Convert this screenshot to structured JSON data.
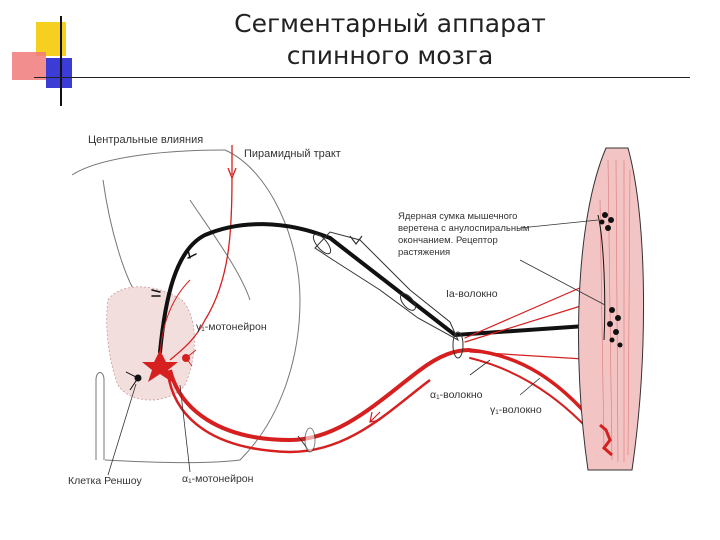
{
  "slide": {
    "title_line1": "Сегментарный аппарат",
    "title_line2": "спинного мозга"
  },
  "diagram": {
    "labels": {
      "central_influences": "Центральные влияния",
      "pyramidal_tract": "Пирамидный тракт",
      "spindle_line1": "Ядерная сумка мышечного",
      "spindle_line2": "веретена с анулоспиральным",
      "spindle_line3": "окончанием. Рецептор",
      "spindle_line4": "растяжения",
      "ia_fiber": "Ia-волокно",
      "gamma_motoneuron": "γ₁-мотонейрон",
      "alpha_fiber": "α₁-волокно",
      "gamma_fiber": "γ₁-волокно",
      "renshaw_cell": "Клетка Реншоу",
      "alpha_motoneuron": "α₁-мотонейрон"
    },
    "colors": {
      "sensory_fiber": "#111111",
      "motor_fiber": "#d61f1f",
      "muscle": "#e8a8a8",
      "slide_yellow": "#f5d020",
      "slide_red": "#e8323c",
      "slide_blue": "#3b3bd6"
    }
  }
}
